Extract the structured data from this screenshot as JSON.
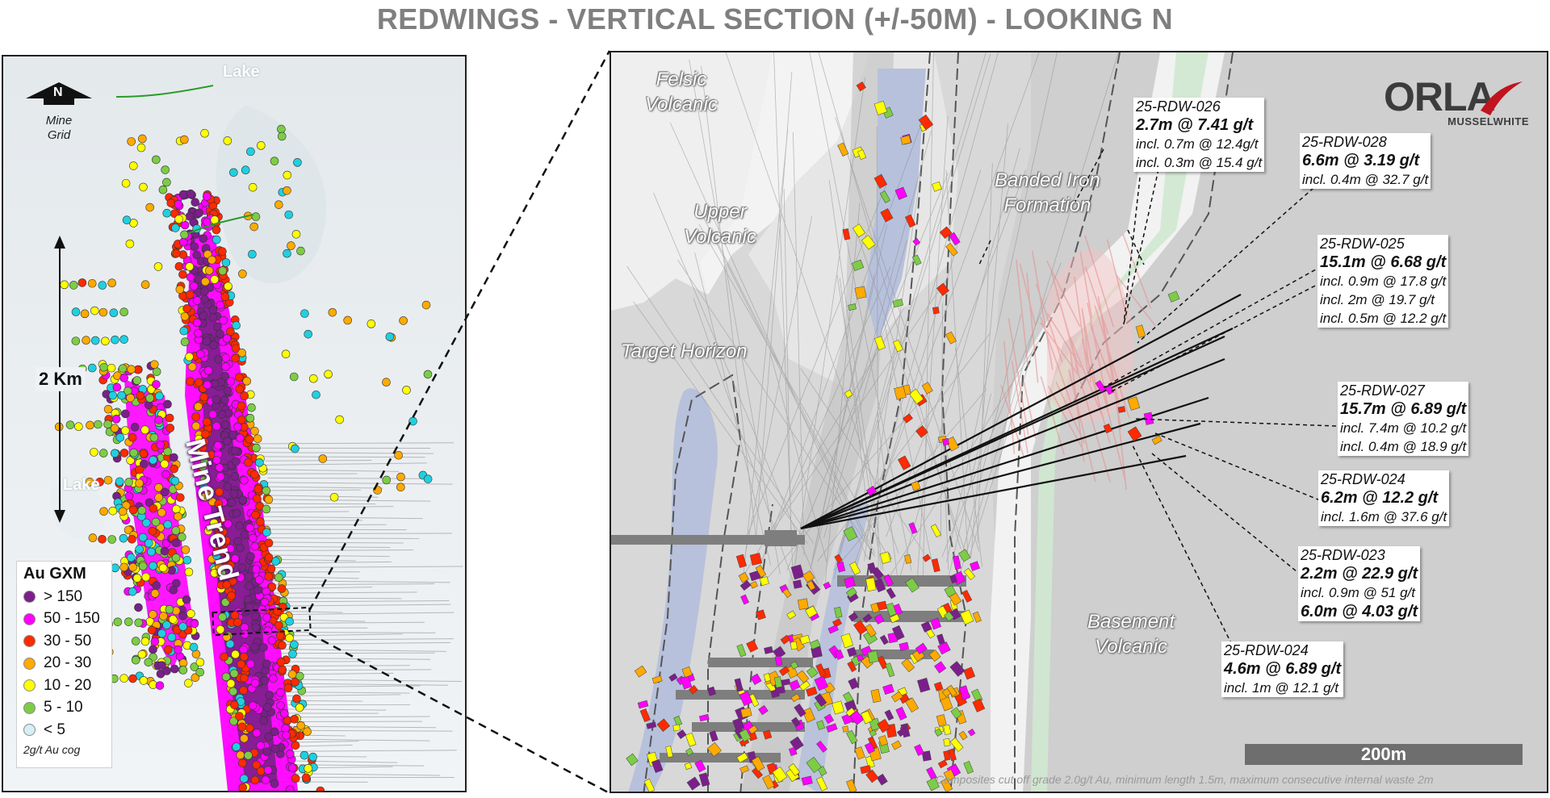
{
  "title": "REDWINGS - VERTICAL SECTION (+/-50M) - LOOKING N",
  "left_map": {
    "north_label": "N",
    "north_sub": "Mine\nGrid",
    "lake_labels": [
      "Lake",
      "Lake"
    ],
    "scale_label": "2 Km",
    "trend_label": "Mine Trend",
    "legend": {
      "title": "Au GXM",
      "items": [
        {
          "label": "> 150",
          "color": "#7b1f8a"
        },
        {
          "label": "50 - 150",
          "color": "#ff00ff"
        },
        {
          "label": "30 - 50",
          "color": "#ff2a00"
        },
        {
          "label": "20 - 30",
          "color": "#ffaa00"
        },
        {
          "label": "10 - 20",
          "color": "#ffff00"
        },
        {
          "label": "5 - 10",
          "color": "#7ccd45"
        },
        {
          "label": "< 5",
          "color": "#d6eef5"
        }
      ],
      "footer": "2g/t Au cog"
    }
  },
  "right_map": {
    "geology_labels": {
      "felsic": "Felsic\nVolcanic",
      "upper": "Upper\nVolcanic",
      "target": "Target Horizon",
      "bif": "Banded Iron\nFormation",
      "basement": "Basement\nVolcanic"
    },
    "logo": {
      "word": "ORLA",
      "sub": "MUSSELWHITE"
    },
    "intercepts": [
      {
        "hole": "25-RDW-026",
        "main": "2.7m @ 7.41 g/t",
        "incl": [
          "incl. 0.7m @ 12.4g/t",
          "incl. 0.3m @ 15.4 g/t"
        ]
      },
      {
        "hole": "25-RDW-028",
        "main": "6.6m @ 3.19 g/t",
        "incl": [
          "incl. 0.4m @ 32.7 g/t"
        ]
      },
      {
        "hole": "25-RDW-025",
        "main": "15.1m @ 6.68 g/t",
        "incl": [
          "incl. 0.9m @ 17.8 g/t",
          "incl. 2m @ 19.7 g/t",
          "incl. 0.5m @ 12.2 g/t"
        ]
      },
      {
        "hole": "25-RDW-027",
        "main": "15.7m @ 6.89 g/t",
        "incl": [
          "incl. 7.4m @ 10.2 g/t",
          "incl. 0.4m @ 18.9 g/t"
        ]
      },
      {
        "hole": "25-RDW-024",
        "main": "6.2m @ 12.2 g/t",
        "incl": [
          "incl. 1.6m @ 37.6 g/t"
        ]
      },
      {
        "hole": "25-RDW-023",
        "main": "2.2m @ 22.9 g/t",
        "incl": [
          "incl. 0.9m @ 51 g/t"
        ],
        "main2": "6.0m @ 4.03 g/t"
      },
      {
        "hole": "25-RDW-024",
        "main": "4.6m @ 6.89 g/t",
        "incl": [
          "incl. 1m @ 12.1 g/t"
        ]
      }
    ],
    "scale_label": "200m",
    "footnote": "Composites cut off grade 2.0g/t Au, minimum length 1.5m, maximum consecutive internal waste 2m"
  }
}
